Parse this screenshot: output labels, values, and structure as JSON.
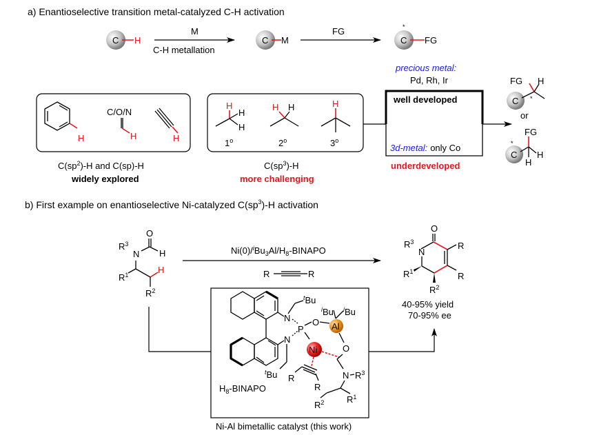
{
  "part_a": {
    "title": "a) Enantioselective transition metal-catalyzed C-H activation",
    "scheme": {
      "atom_c": "C",
      "h": "H",
      "m": "M",
      "fg": "FG",
      "star": "*",
      "arrow1_top": "M",
      "arrow1_bottom": "C-H metallation",
      "arrow2_top": "FG"
    },
    "box1": {
      "cop_label": "C/O/N",
      "h": "H",
      "caption_line1_pre": "C(sp",
      "caption_line1_sup": "2",
      "caption_line1_post": ")-H and C(sp)-H",
      "caption_line2": "widely explored"
    },
    "box2": {
      "h": "H",
      "labels": [
        "1",
        "2",
        "3"
      ],
      "degree": "o",
      "caption_line1_pre": "C(sp",
      "caption_line1_sup": "3",
      "caption_line1_post": ")-H",
      "caption_line2": "more challenging"
    },
    "box3": {
      "precious_label": "precious metal:",
      "precious_metals": "Pd, Rh, Ir",
      "well_developed": "well developed",
      "three_d_label": "3d-metal:",
      "three_d_value": "only Co",
      "underdeveloped": "underdeveloped"
    },
    "products": {
      "fg": "FG",
      "h": "H",
      "c": "C",
      "star": "*",
      "or": "or"
    }
  },
  "part_b": {
    "title_pre": "b) First example on enantioselective Ni-catalyzed C(sp",
    "title_sup": "3",
    "title_post": ")-H activation",
    "substrate": {
      "o": "O",
      "n": "N",
      "h": "H",
      "r": "R",
      "sup1": "1",
      "sup2": "2",
      "sup3": "3"
    },
    "conditions": {
      "top_a": "Ni(0)/",
      "top_i": "i",
      "top_b": "Bu",
      "top_sub3": "3",
      "top_c": "Al/H",
      "top_sub8": "8",
      "top_d": "-BINAPO",
      "bottom_r": "R"
    },
    "product": {
      "o": "O",
      "n": "N",
      "r": "R",
      "yield": "40-95% yield",
      "ee": "70-95% ee"
    },
    "catalyst": {
      "tbu_t": "t",
      "bu": "Bu",
      "ibu_i": "i",
      "n": "N",
      "p": "P",
      "o": "O",
      "al": "Al",
      "ni": "Ni",
      "r": "R",
      "ligand_h": "H",
      "ligand_sub": "8",
      "ligand_rest": "-BINAPO",
      "caption": "Ni-Al bimetallic catalyst (this work)"
    }
  },
  "colors": {
    "red": "#e8141b",
    "blue": "#1a1adf",
    "ni_sphere": "#e8141b",
    "al_sphere": "#f39a1e",
    "carbon_sphere": "#b8b8b8"
  }
}
